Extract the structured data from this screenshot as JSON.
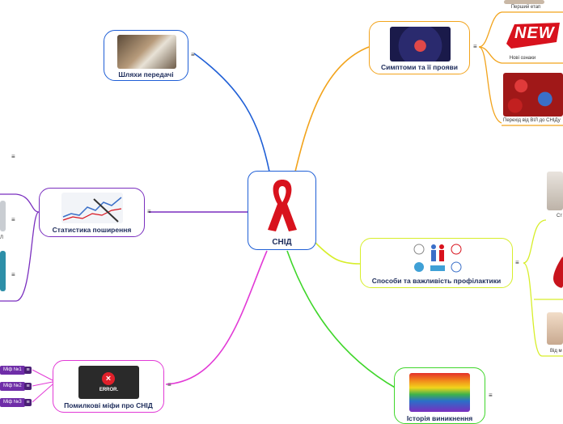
{
  "center": {
    "label": "СНІД"
  },
  "nodes": {
    "paths": {
      "label": "Шляхи передачі",
      "color": "#1f5fd6"
    },
    "symptoms": {
      "label": "Симптоми та її прояви",
      "color": "#f2a31b"
    },
    "stats": {
      "label": "Статистика поширення",
      "color": "#7a2fbf"
    },
    "prevention": {
      "label": "Способи та важливість профілактики",
      "color": "#d7ee2a"
    },
    "myths": {
      "label": "Помилкові міфи про СНІД",
      "color": "#e23ad6"
    },
    "history": {
      "label": "Історія виникнення",
      "color": "#3fd62a"
    }
  },
  "symptom_children": [
    {
      "label": "Перший етап"
    },
    {
      "label": "Нові ознаки"
    },
    {
      "label": "Перехід від ВІЛ до СНІДу"
    }
  ],
  "prevention_children": [
    {
      "label": "Ст"
    },
    {
      "label": "Від м"
    }
  ],
  "stats_children": [
    {
      "label": "Л"
    }
  ],
  "myths_children": [
    {
      "label": "Міф №1"
    },
    {
      "label": "Міф №2"
    },
    {
      "label": "Міф №3"
    }
  ],
  "menu_glyph": "≡",
  "error_card": {
    "text": "ERROR."
  },
  "new_badge": {
    "text": "NEW"
  }
}
